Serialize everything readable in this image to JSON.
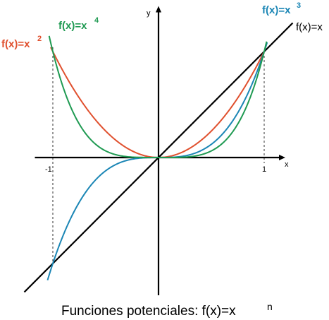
{
  "chart_data": {
    "type": "line",
    "title": "Funciones potenciales: f(x)=x",
    "title_exponent": "n",
    "xlabel": "x",
    "ylabel": "y",
    "x_ticks": [
      "-1",
      "1"
    ],
    "xlim": [
      -1.17,
      1.2
    ],
    "ylim": [
      -1.3,
      1.43
    ],
    "guide_lines_at_x": [
      -1,
      1
    ],
    "series": [
      {
        "name": "f(x)=x",
        "label_base": "f(x)=x",
        "label_exp": "",
        "exponent": 1,
        "color": "#000000",
        "x": [
          -1.27,
          1.27
        ],
        "y": [
          -1.27,
          1.27
        ]
      },
      {
        "name": "f(x)=x 2",
        "label_base": "f(x)=x",
        "label_exp": "2",
        "exponent": 2,
        "color": "#e0502e",
        "x": [
          -1.02,
          1.0
        ],
        "y": [
          1.0404,
          1.0
        ]
      },
      {
        "name": "f(x)=x3",
        "label_base": "f(x)=x",
        "label_exp": "3",
        "exponent": 3,
        "color": "#1b86b5",
        "x": [
          -1.05,
          1.028
        ],
        "y": [
          -1.157625,
          1.086
        ]
      },
      {
        "name": "f(x)=x 4",
        "label_base": "f(x)=x",
        "label_exp": "4",
        "exponent": 4,
        "color": "#1f9a52",
        "x": [
          -1.035,
          1.023
        ],
        "y": [
          1.1475,
          1.0952
        ]
      }
    ]
  }
}
